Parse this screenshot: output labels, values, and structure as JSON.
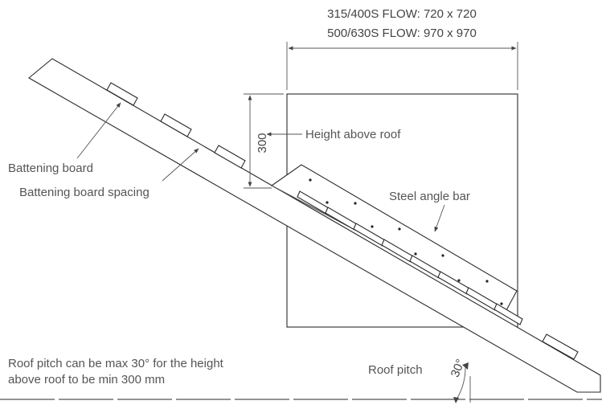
{
  "dimensions": {
    "flow_small": "315/400S FLOW:  720 x 720",
    "flow_large": "500/630S FLOW:  970 x 970",
    "height_value": "300",
    "angle_value": "30°"
  },
  "labels": {
    "height_above_roof": "Height above roof",
    "battening_board": "Battening board",
    "battening_board_spacing": "Battening board spacing",
    "steel_angle_bar": "Steel angle bar",
    "roof_pitch": "Roof pitch"
  },
  "note": {
    "line1": "Roof pitch can be max 30° for the height",
    "line2": "above roof to be min 300 mm"
  }
}
